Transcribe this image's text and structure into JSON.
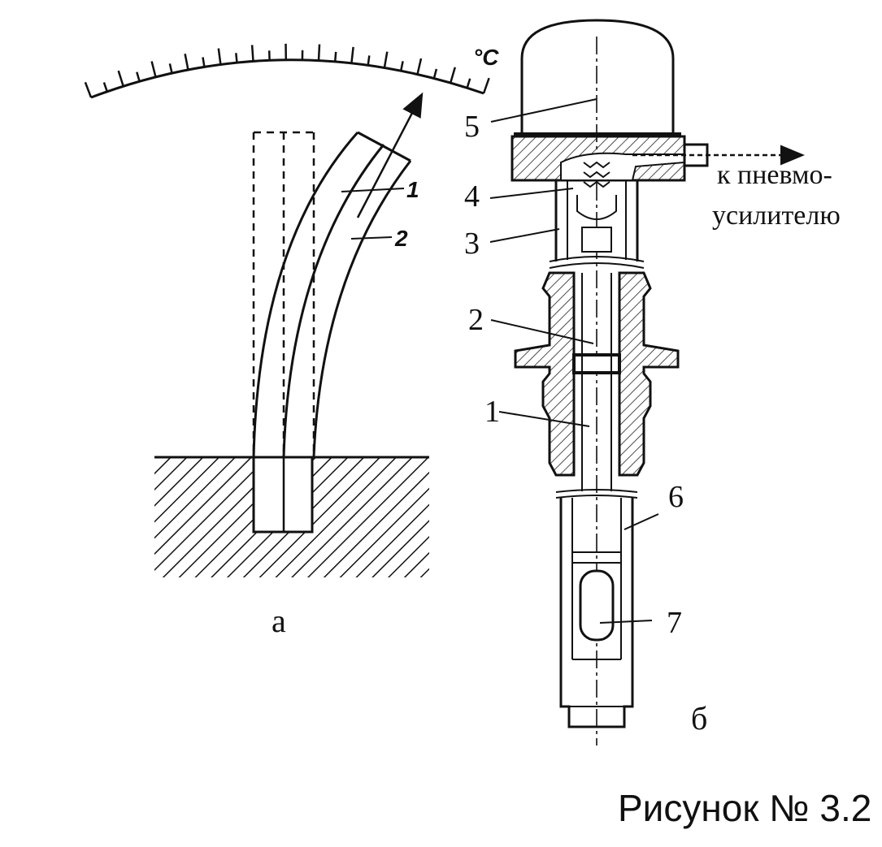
{
  "figure_a": {
    "scale_unit": "°C",
    "label_strip_1": "1",
    "label_strip_2": "2",
    "caption": "а"
  },
  "figure_b": {
    "label_5": "5",
    "label_4": "4",
    "label_3": "3",
    "label_2": "2",
    "label_1": "1",
    "label_6": "6",
    "label_7": "7",
    "output_line_1": "к пневмо-",
    "output_line_2": "усилителю",
    "caption": "б"
  },
  "figure_caption": "Рисунок № 3.2"
}
